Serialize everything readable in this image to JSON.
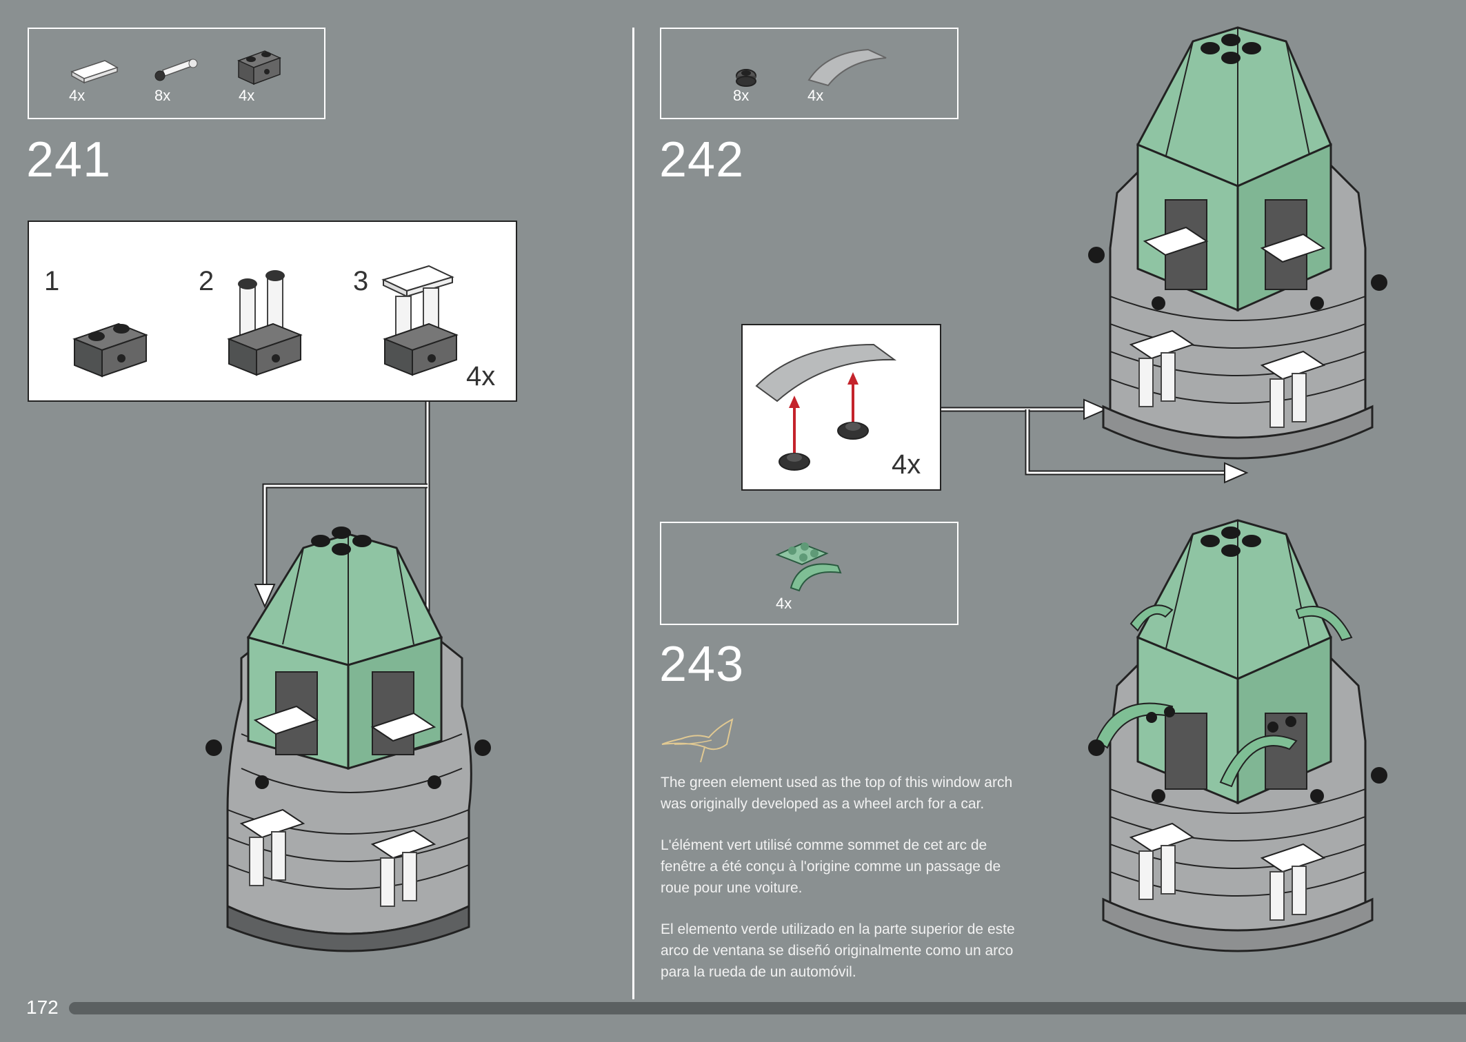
{
  "page_number": "172",
  "steps": [
    {
      "number": "241",
      "parts": [
        {
          "icon": "white-tile-1x2-icon",
          "qty": "4x"
        },
        {
          "icon": "white-bar-piece-icon",
          "qty": "8x"
        },
        {
          "icon": "dark-grey-brick-1x2-icon",
          "qty": "4x"
        }
      ],
      "sub_steps": [
        "1",
        "2",
        "3"
      ],
      "sub_multiplier": "4x"
    },
    {
      "number": "242",
      "parts": [
        {
          "icon": "black-round-plate-icon",
          "qty": "8x"
        },
        {
          "icon": "grey-curved-slope-icon",
          "qty": "4x"
        }
      ],
      "sub_multiplier": "4x"
    },
    {
      "number": "243",
      "parts": [
        {
          "icon": "green-wheel-arch-icon",
          "qty": "4x"
        }
      ]
    }
  ],
  "fact": {
    "icon": "leaf-ornament-icon",
    "en": "The green element used as the top of this window arch was originally developed as a wheel arch for a car.",
    "fr": "L'élément vert utilisé comme sommet de cet arc de fenêtre a été conçu à l'origine comme un passage de roue pour une voiture.",
    "es": "El elemento verde utilizado en la parte superior de este arco de ventana se diseñó originalmente como un arco para la rueda de un automóvil."
  },
  "colors": {
    "background": "#8a9091",
    "tower_green": "#8fc4a3",
    "stone_grey": "#a8aaab",
    "dark_grey": "#5e6061",
    "arrow_red": "#c4232b"
  }
}
